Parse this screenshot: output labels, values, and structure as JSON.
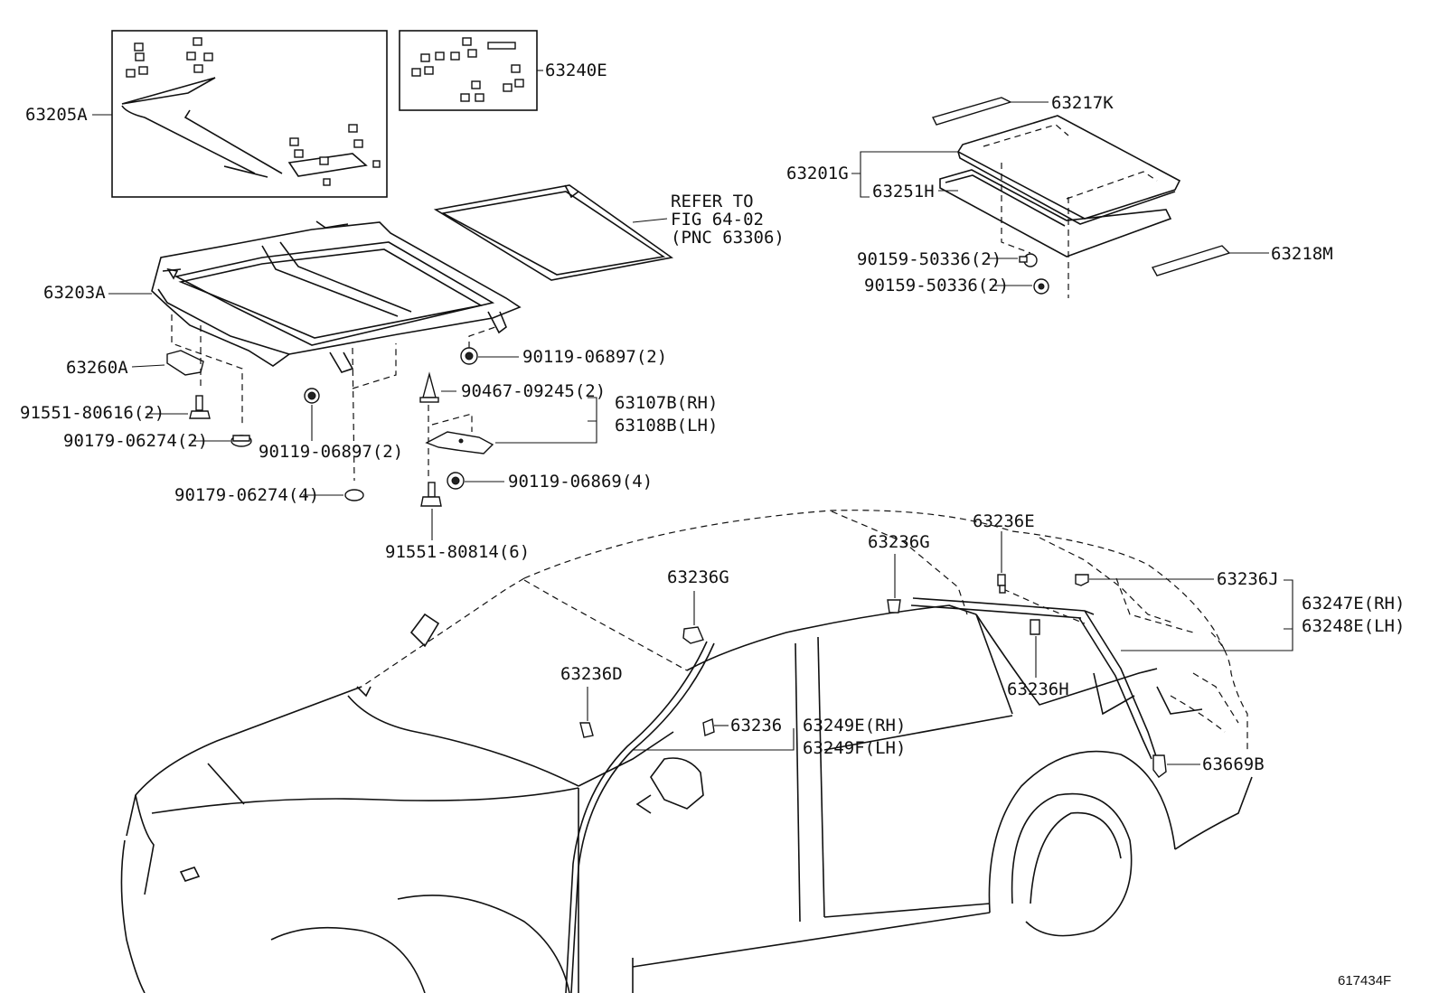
{
  "figure_id": "617434F",
  "refer_note": {
    "line1": "REFER TO",
    "line2": "FIG 64-02",
    "line3": "(PNC 63306)"
  },
  "callouts": {
    "c63205A": "63205A",
    "c63240E": "63240E",
    "c63203A": "63203A",
    "c63260A": "63260A",
    "c91551_80616": "91551-80616(2)",
    "c90179_06274_2": "90179-06274(2)",
    "c90119_06897_left": "90119-06897(2)",
    "c90179_06274_4": "90179-06274(4)",
    "c90119_06897_right": "90119-06897(2)",
    "c90467_09245": "90467-09245(2)",
    "c63107B": "63107B(RH)",
    "c63108B": "63108B(LH)",
    "c90119_06869": "90119-06869(4)",
    "c91551_80814": "91551-80814(6)",
    "c63217K": "63217K",
    "c63201G": "63201G",
    "c63251H": "63251H",
    "c90159_50336_a": "90159-50336(2)",
    "c90159_50336_b": "90159-50336(2)",
    "c63218M": "63218M",
    "c63236E": "63236E",
    "c63236G_front": "63236G",
    "c63236G_rear": "63236G",
    "c63236J": "63236J",
    "c63247E": "63247E(RH)",
    "c63248E": "63248E(LH)",
    "c63236D": "63236D",
    "c63236H": "63236H",
    "c63236": "63236",
    "c63249E": "63249E(RH)",
    "c63249F": "63249F(LH)",
    "c63669B": "63669B"
  }
}
